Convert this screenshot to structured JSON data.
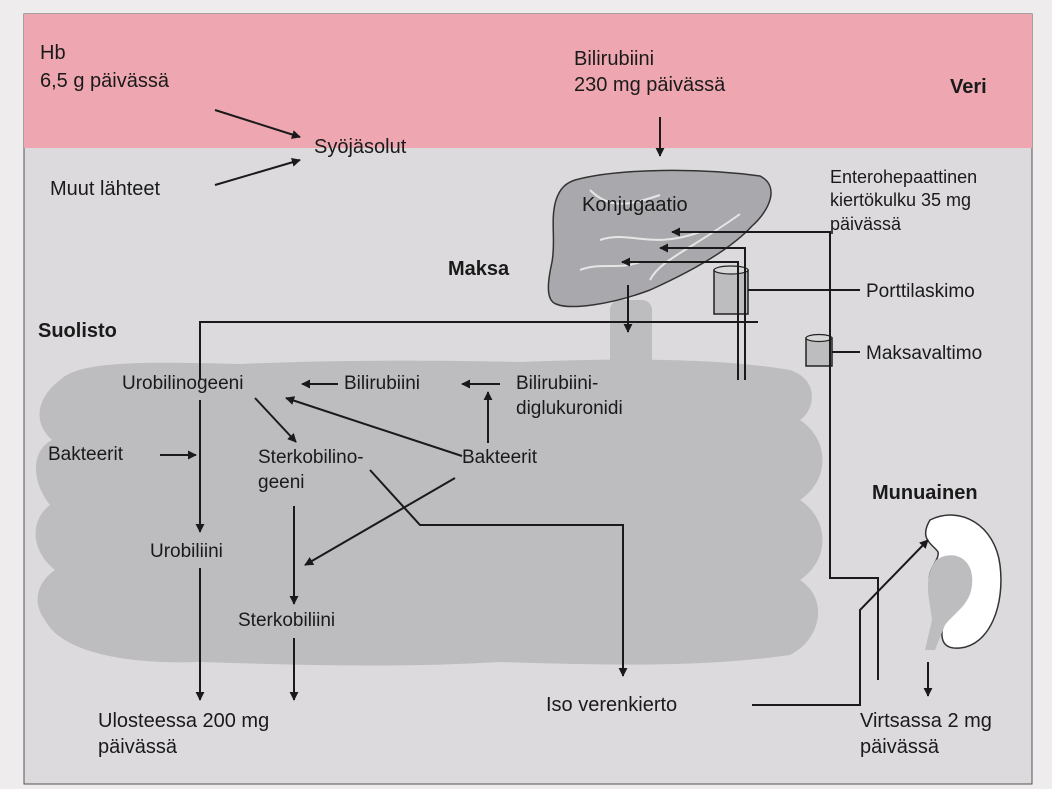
{
  "labels": {
    "hb_title": "Hb",
    "hb_amount": "6,5 g päivässä",
    "bilirubin_blood": "Bilirubiini\n230 mg päivässä",
    "veri": "Veri",
    "syojasolut": "Syöjäsolut",
    "muut_lahteet": "Muut lähteet",
    "konjugaatio": "Konjugaatio",
    "enterohepatic": "Enterohepaattinen\nkiertökulku 35 mg\npäivässä",
    "maksa": "Maksa",
    "porttilaskimo": "Porttilaskimo",
    "suolisto": "Suolisto",
    "maksavaltimo": "Maksavaltimo",
    "urobilinogeeni": "Urobilinogeeni",
    "bilirubiini_gut": "Bilirubiini",
    "diglukuronidi": "Bilirubiini-\ndiglukuronidi",
    "bakteerit_left": "Bakteerit",
    "sterkobilinogeeni": "Sterkobilino-\ngeeni",
    "bakteerit_mid": "Bakteerit",
    "munuainen": "Munuainen",
    "urobiliini": "Urobiliini",
    "sterkobiliini": "Sterkobiliini",
    "iso_verenkierto": "Iso verenkierto",
    "ulosteessa": "Ulosteessa 200 mg\npäivässä",
    "virtsassa": "Virtsassa 2 mg\npäivässä"
  },
  "colors": {
    "blood_band": "#eea7b1",
    "background": "#dcdadd",
    "intestine": "#bdbcbf",
    "liver": "#a9a8ac",
    "kidney": "#ffffff",
    "line": "#1a1a1a"
  }
}
